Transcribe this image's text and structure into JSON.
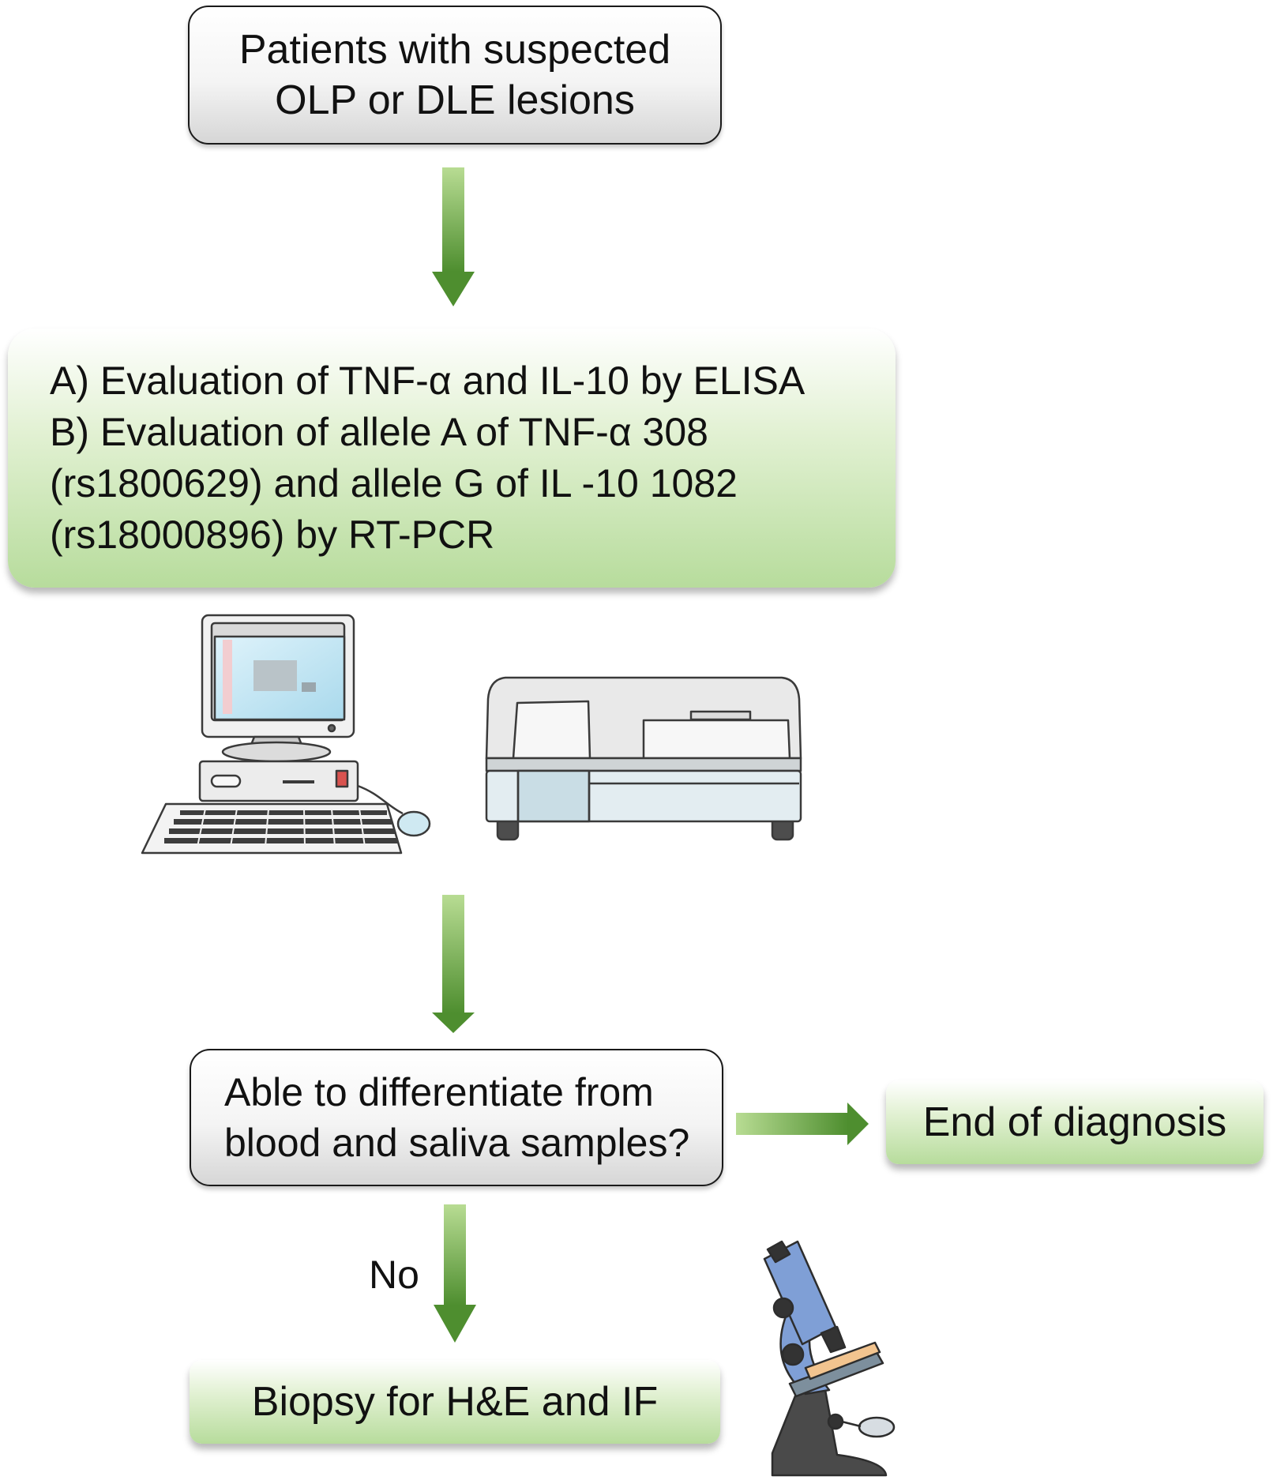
{
  "nodes": {
    "start": {
      "lines": [
        "Patients with suspected",
        "OLP or DLE lesions"
      ]
    },
    "evaluation": {
      "lines": [
        "A) Evaluation of TNF-α and IL-10 by ELISA",
        "B) Evaluation of allele A of TNF-α 308",
        "(rs1800629) and allele G of IL -10 1082",
        "(rs18000896) by RT-PCR"
      ]
    },
    "decision": {
      "lines": [
        "Able to differentiate from",
        "blood and saliva samples?"
      ]
    },
    "end": {
      "lines": [
        "End of diagnosis"
      ]
    },
    "biopsy": {
      "lines": [
        "Biopsy for H&E and IF"
      ]
    }
  },
  "edges": {
    "no_label": "No"
  },
  "colors": {
    "arrow_light": "#a6d27f",
    "arrow_dark": "#4e8e2f",
    "green_box_top": "#ffffff",
    "green_box_bottom": "#b7dc9c",
    "grey_box_bottom": "#d6d6d6"
  },
  "icons": [
    "desktop-computer-icon",
    "spectrophotometer-icon",
    "microscope-icon"
  ]
}
